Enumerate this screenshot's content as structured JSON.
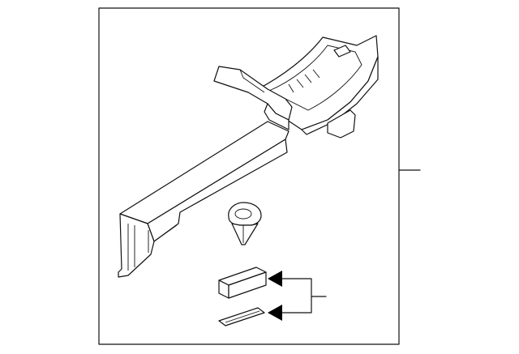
{
  "diagram": {
    "type": "parts-exploded-view",
    "callout_numbers": [],
    "parts": [
      {
        "id": "main-bracket",
        "icon": "bracket-assembly"
      },
      {
        "id": "push-clip",
        "icon": "clip"
      },
      {
        "id": "foam-block",
        "icon": "block"
      },
      {
        "id": "adhesive-strip",
        "icon": "strip"
      }
    ],
    "colors": {
      "line": "#111111",
      "background": "#ffffff",
      "arrow": "#000000"
    }
  }
}
